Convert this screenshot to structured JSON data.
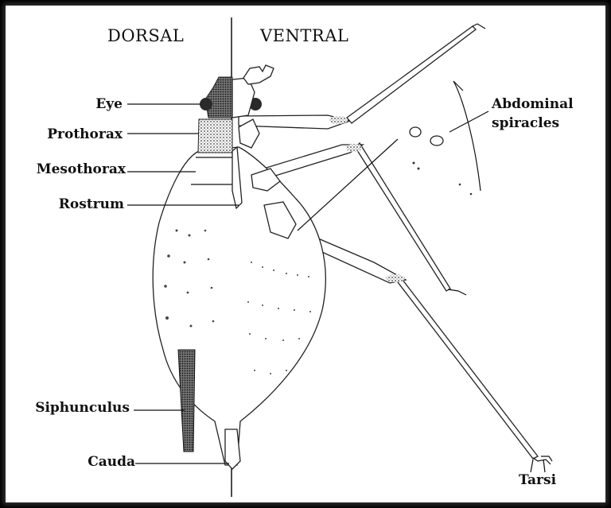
{
  "headings": {
    "dorsal": "DORSAL",
    "ventral": "VENTRAL"
  },
  "labels": {
    "eye": "Eye",
    "prothorax": "Prothorax",
    "mesothorax": "Mesothorax",
    "rostrum": "Rostrum",
    "siphunculus": "Siphunculus",
    "cauda": "Cauda",
    "abdominal_line1": "Abdominal",
    "abdominal_line2": "spiracles",
    "tarsi": "Tarsi"
  },
  "colors": {
    "background": "#000000",
    "panel": "#ffffff",
    "ink": "#111111"
  }
}
